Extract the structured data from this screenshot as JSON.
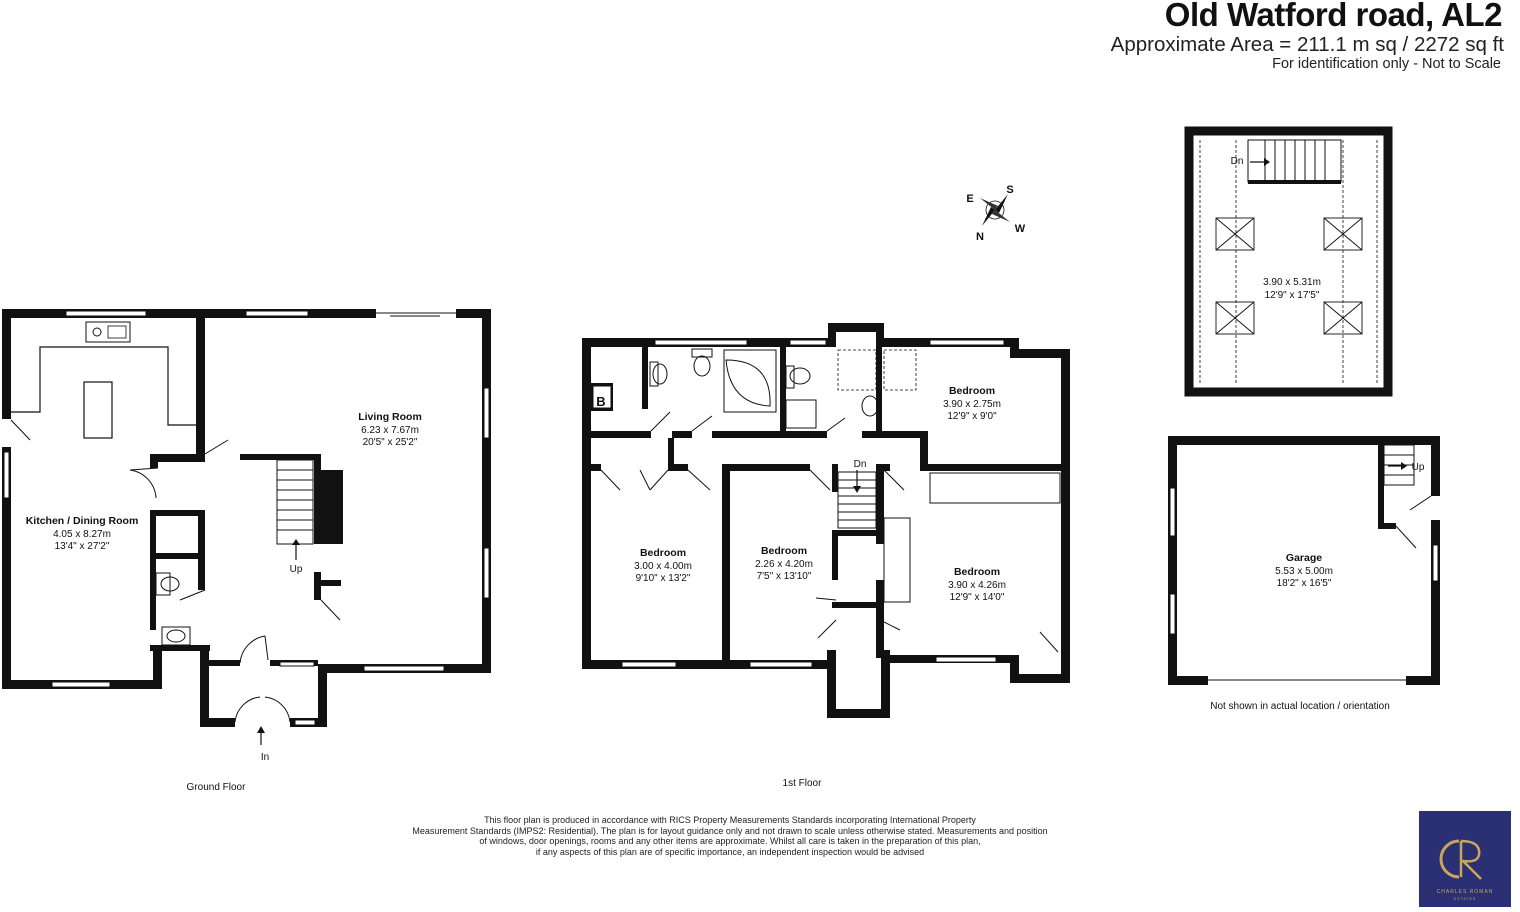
{
  "header": {
    "title": "Old Watford road, AL2",
    "area": "Approximate Area = 211.1 m sq / 2272 sq ft",
    "note": "For identification only - Not to Scale"
  },
  "compass": {
    "e": "E",
    "s": "S",
    "n": "N",
    "w": "W"
  },
  "ground_floor": {
    "label": "Ground Floor",
    "kitchen": {
      "name": "Kitchen / Dining Room",
      "metric": "4.05 x 8.27m",
      "imperial": "13'4\" x 27'2\""
    },
    "living": {
      "name": "Living Room",
      "metric": "6.23 x 7.67m",
      "imperial": "20'5\" x 25'2\""
    },
    "stairs_up": "Up",
    "entrance": "In"
  },
  "first_floor": {
    "label": "1st Floor",
    "boiler": "B",
    "stairs_down": "Dn",
    "bedroom_ne": {
      "name": "Bedroom",
      "metric": "3.90 x 2.75m",
      "imperial": "12'9\" x 9'0\""
    },
    "bedroom_w": {
      "name": "Bedroom",
      "metric": "3.00 x 4.00m",
      "imperial": "9'10\" x 13'2\""
    },
    "bedroom_c": {
      "name": "Bedroom",
      "metric": "2.26 x 4.20m",
      "imperial": "7'5\" x 13'10\""
    },
    "bedroom_e": {
      "name": "Bedroom",
      "metric": "3.90 x 4.26m",
      "imperial": "12'9\" x 14'0\""
    }
  },
  "loft": {
    "stairs_down": "Dn",
    "metric": "3.90 x 5.31m",
    "imperial": "12'9\" x 17'5\""
  },
  "garage": {
    "name": "Garage",
    "metric": "5.53 x 5.00m",
    "imperial": "18'2\" x 16'5\"",
    "stairs_up": "Up",
    "note": "Not shown in actual location / orientation"
  },
  "disclaimer": [
    "This floor plan is produced in accordance with RICS Property Measurements Standards incorporating International Property",
    "Measurement Standards (IMPS2: Residential). The plan is for layout guidance only and not drawn to scale unless otherwise stated. Measurements and position",
    "of windows, door openings, rooms and any other items are approximate. Whilst all care is taken in the preparation of this plan,",
    "if any aspects of this plan are of specific importance, an independent inspection would be advised"
  ],
  "logo": {
    "monogram": "CR",
    "brand": "CHARLES ROMAN",
    "sub": "ESTATES",
    "gold": "#c9a65a",
    "navy": "#2b2f73"
  }
}
